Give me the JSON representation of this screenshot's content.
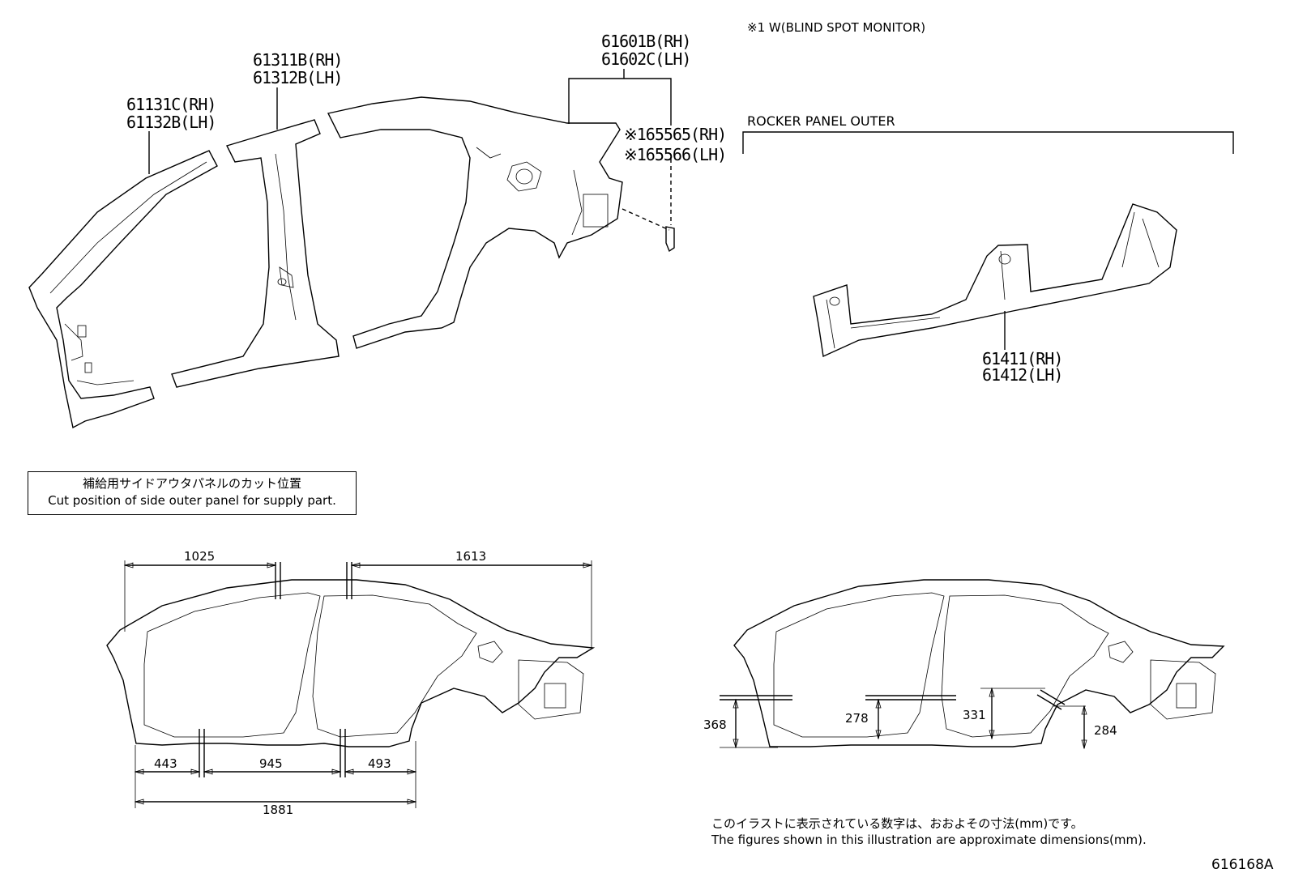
{
  "parts": {
    "apillar": {
      "rh": "61131C(RH)",
      "lh": "61132B(LH)"
    },
    "roofside": {
      "rh": "61311B(RH)",
      "lh": "61312B(LH)"
    },
    "quarter": {
      "rh": "61601B(RH)",
      "lh": "61602C(LH)"
    },
    "bsm": {
      "rh": "※165565(RH)",
      "lh": "※165566(LH)"
    },
    "rocker": {
      "rh": "61411(RH)",
      "lh": "61412(LH)"
    }
  },
  "notes": {
    "bsm_note": "※1 W(BLIND SPOT MONITOR)",
    "rocker_title": "ROCKER PANEL OUTER",
    "cut_jp": "補給用サイドアウタパネルのカット位置",
    "cut_en": "Cut position of side outer panel for supply part.",
    "approx_jp": "このイラストに表示されている数字は、おおよその寸法(mm)です。",
    "approx_en": "The figures shown in this illustration are approximate dimensions(mm).",
    "figure_id": "616168A"
  },
  "dims": {
    "d1025": "1025",
    "d1613": "1613",
    "d443": "443",
    "d945": "945",
    "d493": "493",
    "d1881": "1881",
    "d368": "368",
    "d278": "278",
    "d331": "331",
    "d284": "284"
  }
}
